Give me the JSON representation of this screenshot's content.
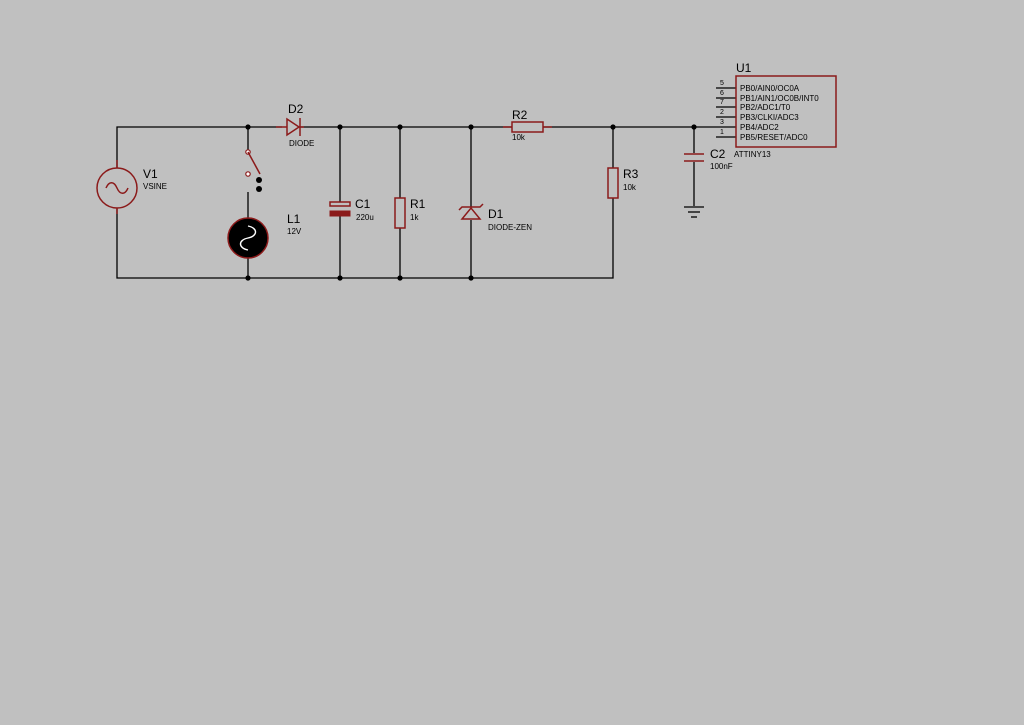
{
  "components": {
    "v1": {
      "ref": "V1",
      "value": "VSINE"
    },
    "d2": {
      "ref": "D2",
      "value": "DIODE"
    },
    "l1": {
      "ref": "L1",
      "value": "12V"
    },
    "c1": {
      "ref": "C1",
      "value": "220u"
    },
    "r1": {
      "ref": "R1",
      "value": "1k"
    },
    "d1": {
      "ref": "D1",
      "value": "DIODE-ZEN"
    },
    "r2": {
      "ref": "R2",
      "value": "10k"
    },
    "r3": {
      "ref": "R3",
      "value": "10k"
    },
    "c2": {
      "ref": "C2",
      "value": "100nF"
    },
    "u1": {
      "ref": "U1",
      "value": "ATTINY13",
      "pins": [
        {
          "num": "5",
          "label": "PB0/AIN0/OC0A"
        },
        {
          "num": "6",
          "label": "PB1/AIN1/OC0B/INT0"
        },
        {
          "num": "7",
          "label": "PB2/ADC1/T0"
        },
        {
          "num": "2",
          "label": "PB3/CLKI/ADC3"
        },
        {
          "num": "3",
          "label": "PB4/ADC2"
        },
        {
          "num": "1",
          "label": "PB5/RESET/ADC0"
        }
      ]
    }
  },
  "colors": {
    "background": "#c0c0c0",
    "component": "#8b1a1a",
    "wire": "#000000"
  }
}
